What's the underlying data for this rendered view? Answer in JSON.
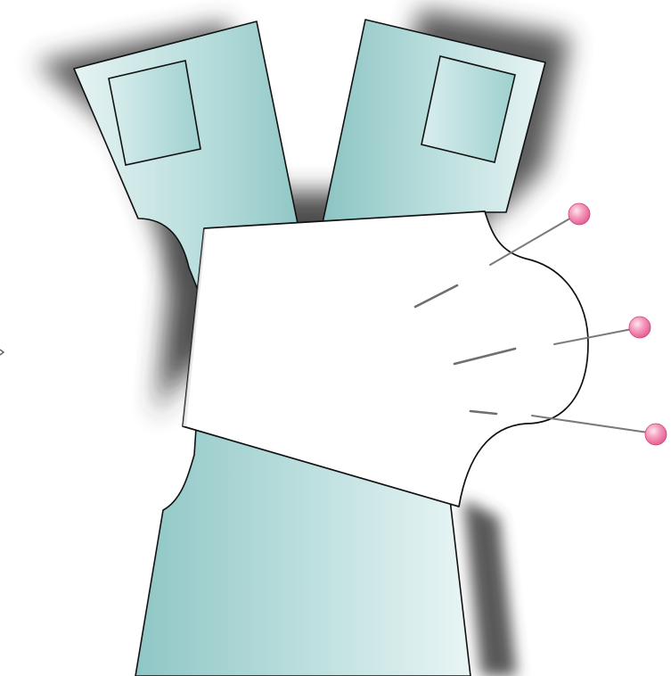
{
  "illustration": {
    "subject": "pattern-pieces-pinned",
    "colors": {
      "background": "#ffffff",
      "pattern_fill_light": "#e6f3f3",
      "pattern_fill_dark": "#9ccccb",
      "front_piece_fill": "#ffffff",
      "outline": "#111111",
      "shadow": "#3d3d3d",
      "pin_head": "#f27aa8",
      "pin_head_highlight": "#fde6ef",
      "pin_shaft": "#7a7a7a"
    },
    "pieces": [
      {
        "name": "left-pattern-piece"
      },
      {
        "name": "right-pattern-piece"
      },
      {
        "name": "bottom-pattern-piece"
      },
      {
        "name": "front-fabric-piece"
      }
    ],
    "pins_count": 3
  }
}
